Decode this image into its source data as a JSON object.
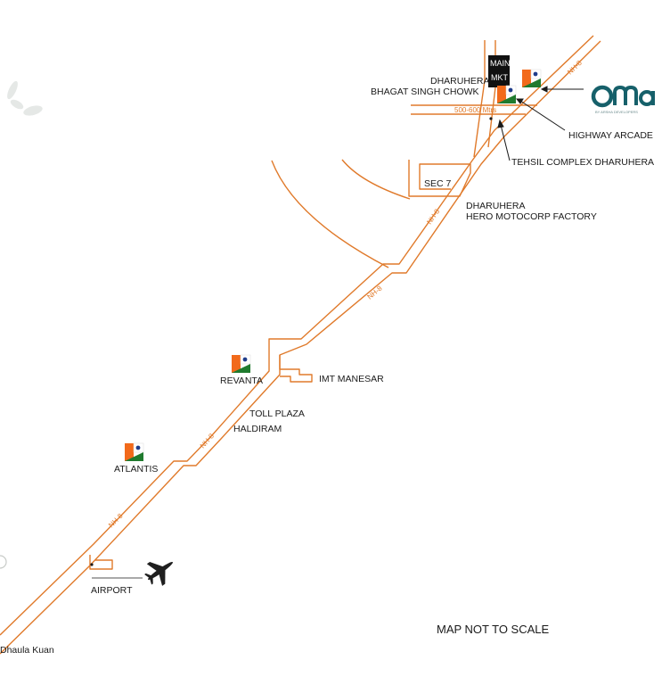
{
  "map": {
    "roads": {
      "highway": "NH-8",
      "distance_label": "500-600 Mtrs"
    },
    "places": {
      "main_mkt_line1": "MAIN",
      "main_mkt_line2": "MKT",
      "chowk_line1": "DHARUHERA",
      "chowk_line2": "BHAGAT SINGH CHOWK",
      "highway_arcade": "HIGHWAY ARCADE",
      "tehsil": "TEHSIL COMPLEX DHARUHERA",
      "sec7": "SEC 7",
      "hero_line1": "DHARUHERA",
      "hero_line2": "HERO MOTOCORP FACTORY",
      "revanta": "REVANTA",
      "imt": "IMT MANESAR",
      "toll": "TOLL PLAZA",
      "haldiram": "HALDIRAM",
      "atlantis": "ATLANTIS",
      "airport": "AIRPORT",
      "dhaula": "Dhaula Kuan"
    },
    "note": "MAP NOT TO SCALE",
    "logo": {
      "text": "oma",
      "tagline": "BY ARSHA DEVELOPERS"
    },
    "colors": {
      "road": "#e07a2b",
      "logo": "#16606a",
      "flag_orange": "#f26a1b",
      "flag_green": "#1f7a2e",
      "flag_blue": "#1f3c8a"
    },
    "icons": [
      "flag-icon",
      "airplane-icon",
      "arrow-icon",
      "leaf-icon"
    ]
  }
}
